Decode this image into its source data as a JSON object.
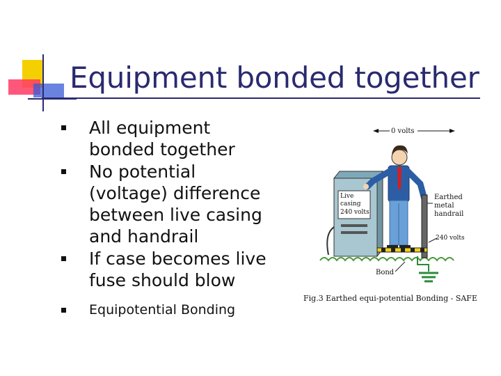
{
  "slide": {
    "title": "Equipment bonded together",
    "bullets": [
      "All equipment bonded together",
      "No potential (voltage) difference between live casing and handrail",
      "If case becomes live fuse should blow",
      "Equipotential Bonding"
    ]
  },
  "figure": {
    "top_label": "0 volts",
    "live_casing_line1": "Live",
    "live_casing_line2": "casing",
    "live_casing_line3": "240 volts",
    "handrail_line1": "Earthed",
    "handrail_line2": "metal",
    "handrail_line3": "handrail",
    "handrail_voltage": "240 volts",
    "bond_label": "Bond",
    "caption": "Fig.3  Earthed equi-potential Bonding - SAFE"
  },
  "colors": {
    "title": "#2a2a70",
    "deco_yellow": "#f5d000",
    "deco_red": "#ff3a64",
    "deco_blue": "#3a5ad6"
  }
}
